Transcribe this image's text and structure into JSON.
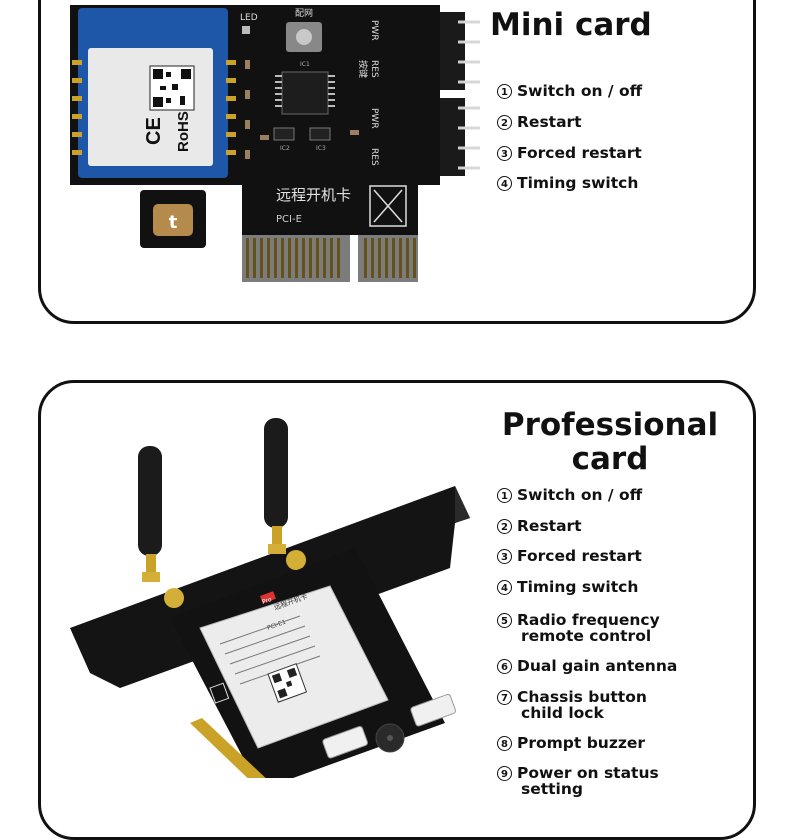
{
  "mini": {
    "title": "Mini card",
    "features": [
      {
        "num": "1",
        "text": "Switch on / off"
      },
      {
        "num": "2",
        "text": "Restart"
      },
      {
        "num": "3",
        "text": "Forced restart"
      },
      {
        "num": "4",
        "text": "Timing switch"
      }
    ],
    "board": {
      "led": "LED",
      "pair": "配网",
      "pair2": "按键",
      "pwr": "PWR",
      "res": "RES",
      "ic1": "IC1",
      "ic2": "IC2",
      "ic3": "IC3",
      "name": "远程开机卡",
      "pcie": "PCI-E",
      "ce": "CE",
      "rohs": "RoHS",
      "tuya": "t"
    }
  },
  "pro": {
    "title": "Professional card",
    "features": [
      {
        "num": "1",
        "lines": [
          "Switch on / off"
        ]
      },
      {
        "num": "2",
        "lines": [
          "Restart"
        ]
      },
      {
        "num": "3",
        "lines": [
          "Forced restart"
        ]
      },
      {
        "num": "4",
        "lines": [
          "Timing switch"
        ]
      },
      {
        "num": "5",
        "lines": [
          "Radio frequency",
          "remote control"
        ]
      },
      {
        "num": "6",
        "lines": [
          "Dual gain antenna"
        ]
      },
      {
        "num": "7",
        "lines": [
          "Chassis button",
          "child lock"
        ]
      },
      {
        "num": "8",
        "lines": [
          "Prompt buzzer"
        ]
      },
      {
        "num": "9",
        "lines": [
          "Power on status",
          "setting"
        ]
      }
    ],
    "board": {
      "label_brand": "Pro",
      "label_title": "远程开机卡",
      "label_model": "PCI-E1"
    }
  }
}
